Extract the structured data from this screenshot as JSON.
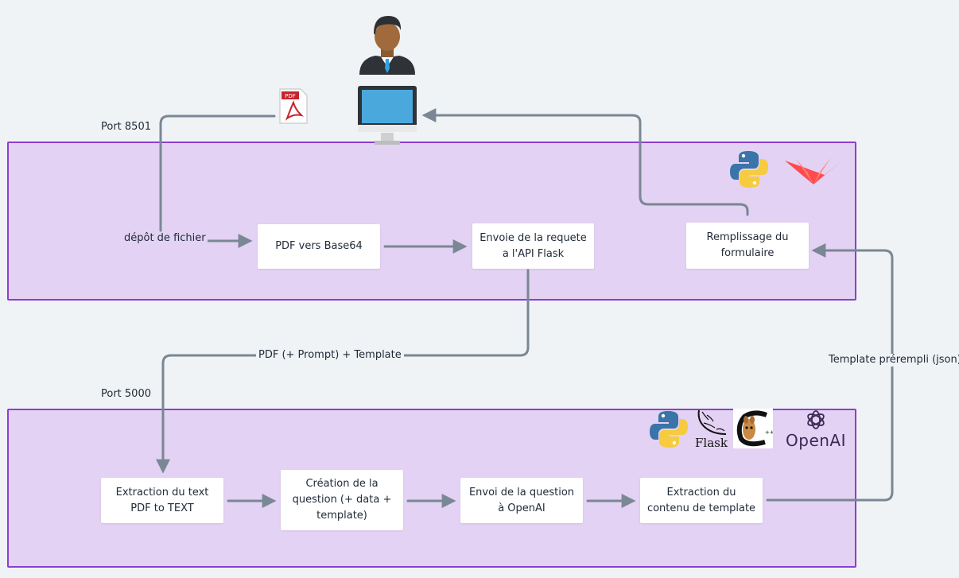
{
  "zones": {
    "top": {
      "port_label": "Port 8501"
    },
    "bottom": {
      "port_label": "Port 5000"
    }
  },
  "nodes": {
    "pdf_base64": "PDF vers Base64",
    "envoie_requete": "Envoie de la requete\na l'API Flask",
    "remplissage": "Remplissage du\nformulaire",
    "extraction_text": "Extraction du text\nPDF to TEXT",
    "creation_question": "Création de la\nquestion (+ data +\ntemplate)",
    "envoi_openai": "Envoi de la question\nà OpenAI",
    "extraction_contenu": "Extraction du\ncontenu de template"
  },
  "edge_labels": {
    "depot": "dépôt de fichier",
    "pdf_prompt": "PDF (+ Prompt) + Template",
    "template_prerempli": "Template prérempli (json)"
  },
  "logos": {
    "pdf_icon_text": "PDF",
    "flask": "Flask",
    "openai": "OpenAI"
  },
  "icons": {
    "user": "user-icon",
    "monitor": "monitor-icon",
    "pdf": "pdf-file-icon",
    "python": "python-logo",
    "streamlit": "streamlit-logo",
    "flask": "flask-logo",
    "llama": "llama-logo",
    "openai": "openai-logo"
  },
  "colors": {
    "zone_fill": "#e3d2f3",
    "zone_border": "#8b3fd1",
    "connector": "#7a8794",
    "box": "#ffffff",
    "background": "#f0f3f5"
  }
}
